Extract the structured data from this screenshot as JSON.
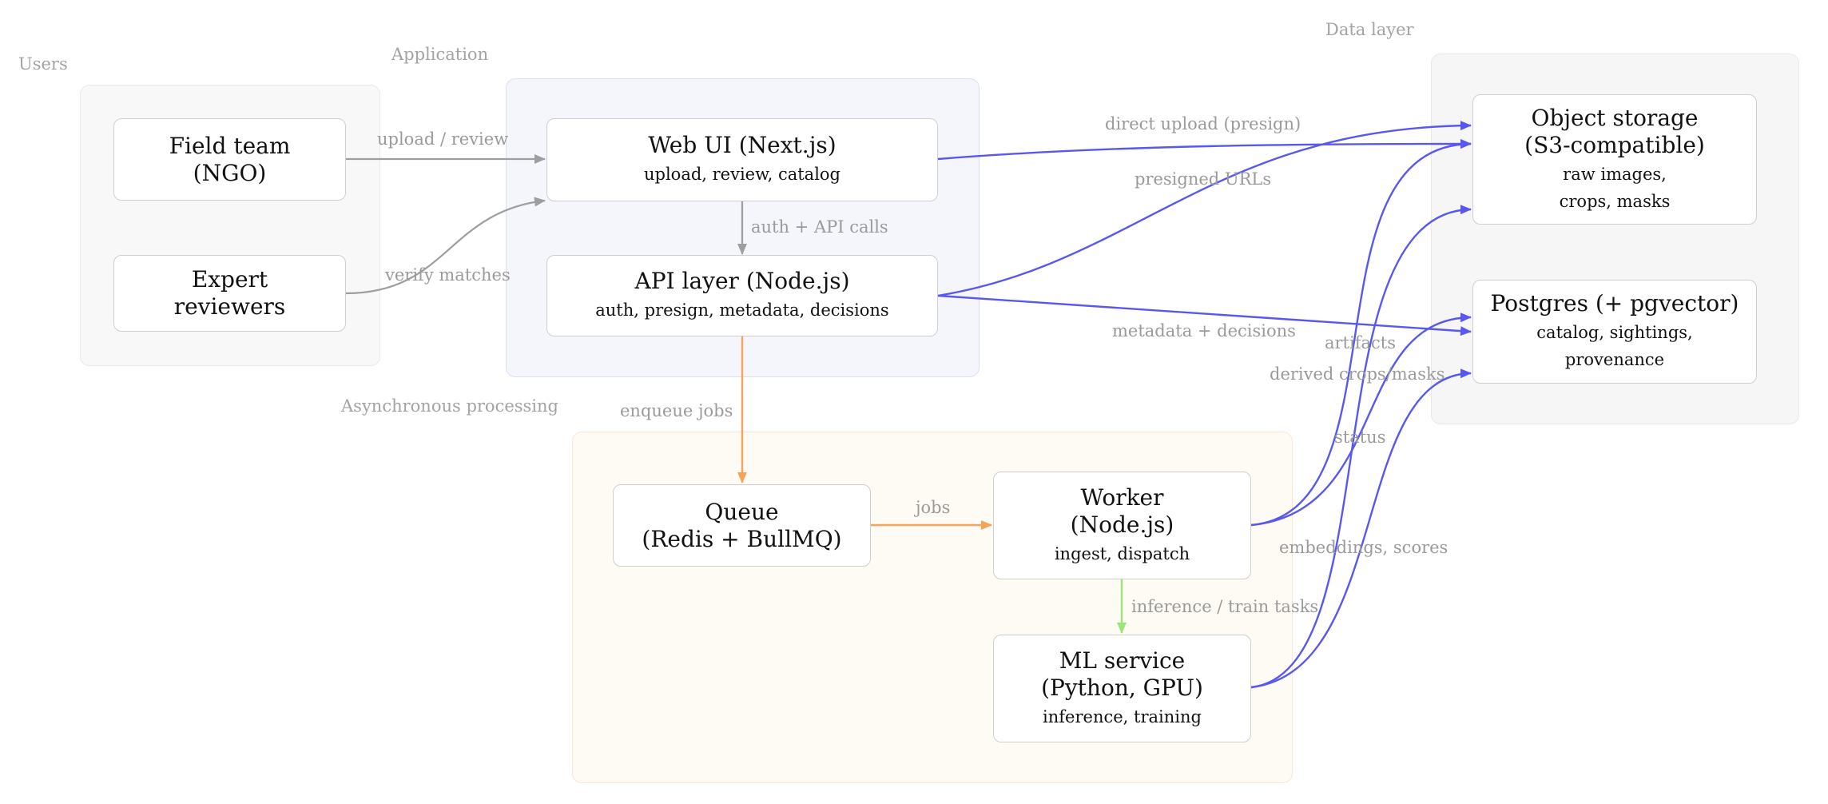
{
  "groups": {
    "users": "Users",
    "application": "Application",
    "async": "Asynchronous processing",
    "data": "Data layer"
  },
  "nodes": {
    "field_team": {
      "title1": "Field team",
      "title2": "(NGO)"
    },
    "experts": {
      "title1": "Expert",
      "title2": "reviewers"
    },
    "web_ui": {
      "title": "Web UI (Next.js)",
      "sub": "upload, review, catalog"
    },
    "api": {
      "title": "API layer (Node.js)",
      "sub": "auth, presign, metadata, decisions"
    },
    "queue": {
      "title1": "Queue",
      "title2": "(Redis + BullMQ)"
    },
    "worker": {
      "title1": "Worker",
      "title2": "(Node.js)",
      "sub": "ingest, dispatch"
    },
    "ml": {
      "title1": "ML service",
      "title2": "(Python, GPU)",
      "sub": "inference, training"
    },
    "object_storage": {
      "title1": "Object storage",
      "title2": "(S3-compatible)",
      "sub1": "raw images,",
      "sub2": "crops, masks"
    },
    "postgres": {
      "title": "Postgres (+ pgvector)",
      "sub1": "catalog, sightings,",
      "sub2": "provenance"
    }
  },
  "edges": {
    "upload_review": "upload / review",
    "verify_matches": "verify matches",
    "auth_api": "auth + API calls",
    "direct_upload": "direct upload (presign)",
    "presigned_urls": "presigned URLs",
    "metadata_decisions": "metadata + decisions",
    "enqueue_jobs": "enqueue jobs",
    "jobs": "jobs",
    "inference_train": "inference / train tasks",
    "artifacts": "artifacts",
    "derived_crops": "derived crops/masks",
    "status": "status",
    "embeddings_scores": "embeddings, scores"
  },
  "colors": {
    "gray_edge": "#9e9e9e",
    "blue_edge": "#5858f0",
    "orange_edge": "#f2a55a",
    "green_edge": "#9ae57a"
  }
}
